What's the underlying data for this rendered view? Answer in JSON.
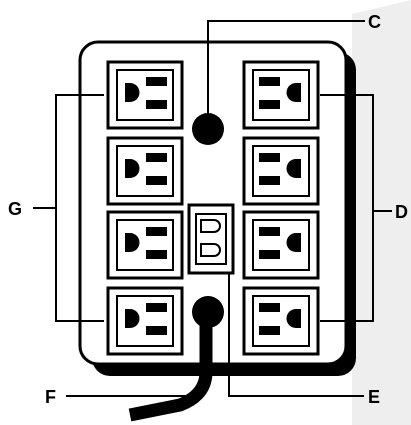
{
  "labels": {
    "c": "C",
    "d": "D",
    "e": "E",
    "f": "F",
    "g": "G"
  },
  "colors": {
    "ink": "#000000",
    "paper": "#ffffff",
    "panel_shade": "#eeeeee"
  },
  "outlets": {
    "left_column_count": 4,
    "right_column_count": 4
  }
}
